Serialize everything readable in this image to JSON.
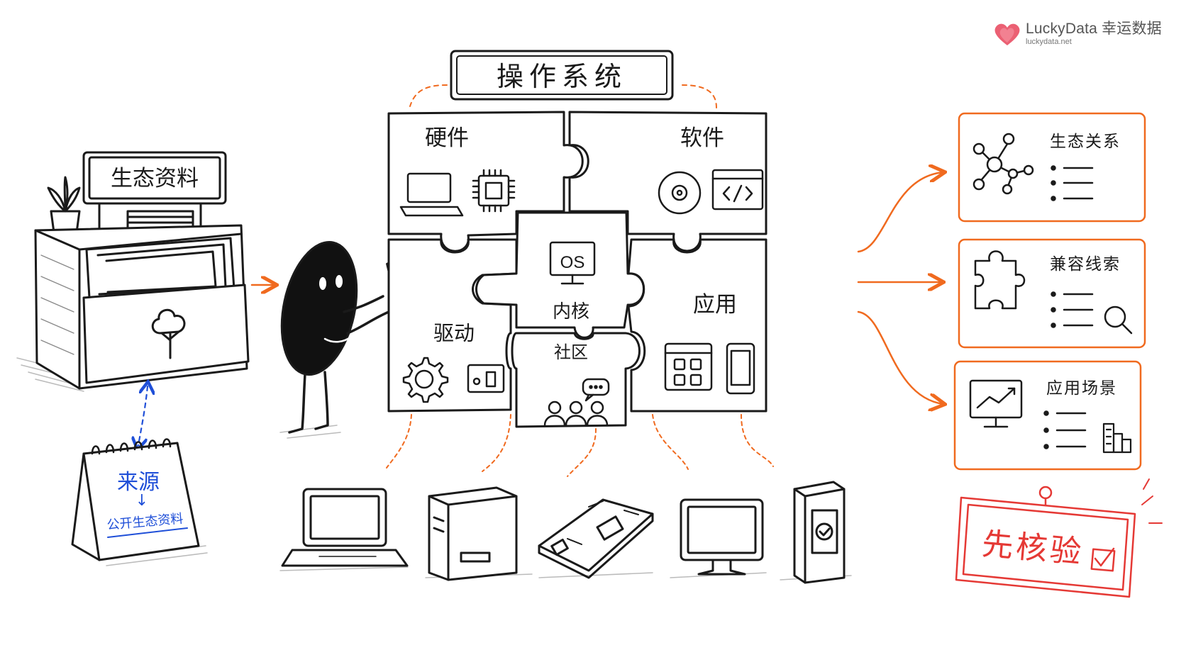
{
  "brand": {
    "name": "LuckyData 幸运数据",
    "url": "luckydata.net",
    "heart_color": "#e8445a"
  },
  "title": "操作系统",
  "source_box": {
    "sign": "生态资料"
  },
  "calendar": {
    "top": "来源",
    "arrow": "↓",
    "bottom": "公开生态资料"
  },
  "puzzle": {
    "hardware": "硬件",
    "software": "软件",
    "kernel_os": "OS",
    "kernel": "内核",
    "apps": "应用",
    "drivers": "驱动",
    "community": "社区"
  },
  "cards": [
    {
      "label": "生态关系",
      "icon": "network-icon"
    },
    {
      "label": "兼容线索",
      "icon": "puzzle-piece-icon"
    },
    {
      "label": "应用场景",
      "icon": "chart-monitor-icon"
    }
  ],
  "stamp": {
    "label": "先核验",
    "color": "#e53935"
  },
  "colors": {
    "accent": "#f06a1f",
    "ink": "#1a1a1a",
    "blue": "#1f4fd8"
  },
  "devices": [
    "laptop-icon",
    "desktop-tower-icon",
    "circuit-board-icon",
    "monitor-icon",
    "kiosk-icon"
  ]
}
